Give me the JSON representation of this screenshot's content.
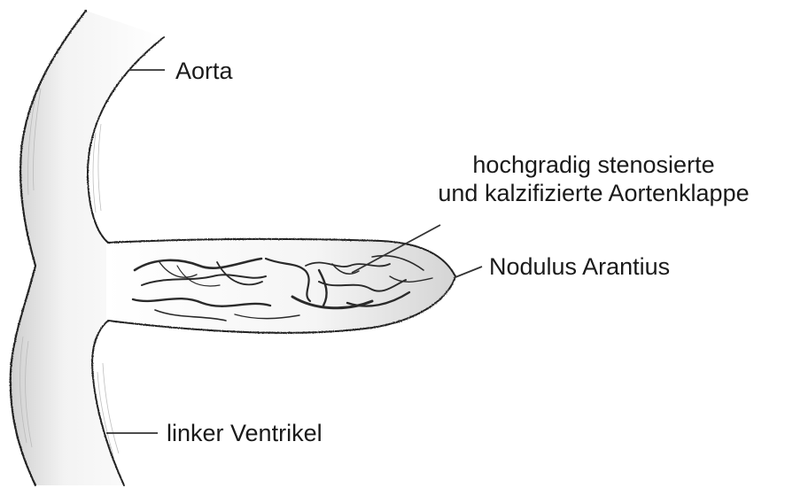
{
  "labels": {
    "aorta": "Aorta",
    "valve_line1": "hochgradig stenosierte",
    "valve_line2": "und kalzifizierte Aortenklappe",
    "nodulus": "Nodulus Arantius",
    "ventricle": "linker Ventrikel"
  },
  "colors": {
    "background": "#ffffff",
    "outline": "#222222",
    "shading": "#b8b8b8",
    "label_text": "#1a1a1a"
  }
}
